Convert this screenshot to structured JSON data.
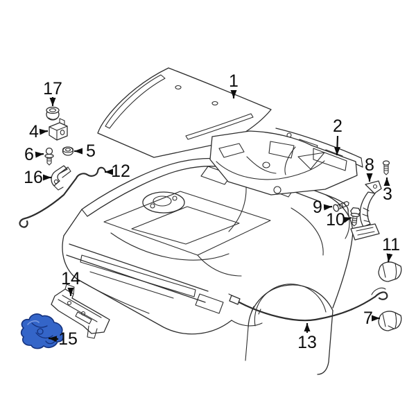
{
  "diagram": {
    "description": "Exploded parts diagram of a vehicle hood assembly with numbered callouts",
    "background_color": "#ffffff",
    "line_color": "#2d2d2d",
    "label_color": "#0d0d0d",
    "highlight_fill": "#3465c8",
    "highlight_outline": "#14317c",
    "highlighted_part_number": "15"
  },
  "parts": [
    {
      "number": "1",
      "name": "hood-panel"
    },
    {
      "number": "2",
      "name": "hood-insulation-pad"
    },
    {
      "number": "3",
      "name": "hinge-screw"
    },
    {
      "number": "4",
      "name": "prop-rod-bracket"
    },
    {
      "number": "5",
      "name": "grommet-nut"
    },
    {
      "number": "6",
      "name": "ball-stud-bolt"
    },
    {
      "number": "7",
      "name": "cable-clip"
    },
    {
      "number": "8",
      "name": "hood-hinge"
    },
    {
      "number": "9",
      "name": "hinge-front-screw"
    },
    {
      "number": "10",
      "name": "hinge-bolt"
    },
    {
      "number": "11",
      "name": "hood-bumper"
    },
    {
      "number": "12",
      "name": "hood-prop-rod"
    },
    {
      "number": "13",
      "name": "hood-release-cable"
    },
    {
      "number": "14",
      "name": "hood-latch-support"
    },
    {
      "number": "15",
      "name": "hood-latch"
    },
    {
      "number": "16",
      "name": "prop-rod-clip"
    },
    {
      "number": "17",
      "name": "grommet"
    }
  ]
}
